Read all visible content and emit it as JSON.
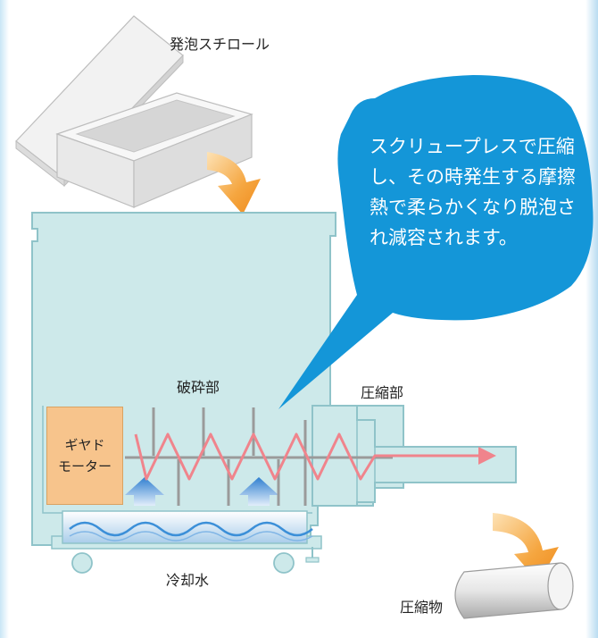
{
  "labels": {
    "styrofoam": "発泡スチロール",
    "crushing": "破砕部",
    "compression": "圧縮部",
    "motor_line1": "ギヤド",
    "motor_line2": "モーター",
    "cooling_water": "冷却水",
    "compressed_product": "圧縮物"
  },
  "callout": {
    "text": "スクリュープレスで圧縮し、その時発生する摩擦熱で柔らかくなり脱泡され減容されます。"
  },
  "colors": {
    "machine_fill": "#cde9ea",
    "machine_stroke": "#8fc3c9",
    "motor": "#f7c48c",
    "bubble": "#1496d8",
    "arrow_orange": "#f39a2a",
    "screw_wave": "#f0848c",
    "heat_arrow_blue": "#2f7fd0"
  },
  "icons": {
    "feed_arrow": "curved-arrow-icon",
    "output_arrow": "curved-arrow-icon",
    "heat_arrows": "up-arrow-icon"
  }
}
